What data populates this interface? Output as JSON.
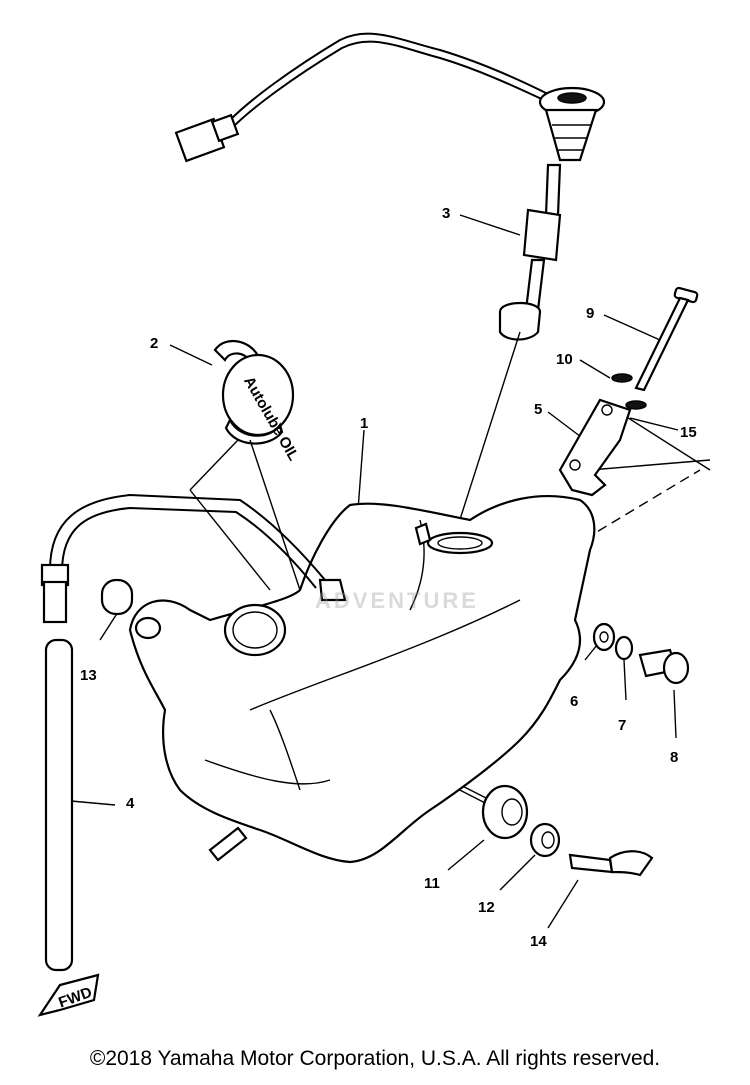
{
  "labels": {
    "p1": "1",
    "p2": "2",
    "p3": "3",
    "p4": "4",
    "p5": "5",
    "p6": "6",
    "p7": "7",
    "p8": "8",
    "p9": "9",
    "p10": "10",
    "p11": "11",
    "p12": "12",
    "p13": "13",
    "p14": "14",
    "p15": "15"
  },
  "cap_text": "Autolube OIL",
  "arrow_text": "FWD",
  "watermark": "ADVENTURE",
  "copyright": "©2018 Yamaha Motor Corporation, U.S.A. All rights reserved."
}
